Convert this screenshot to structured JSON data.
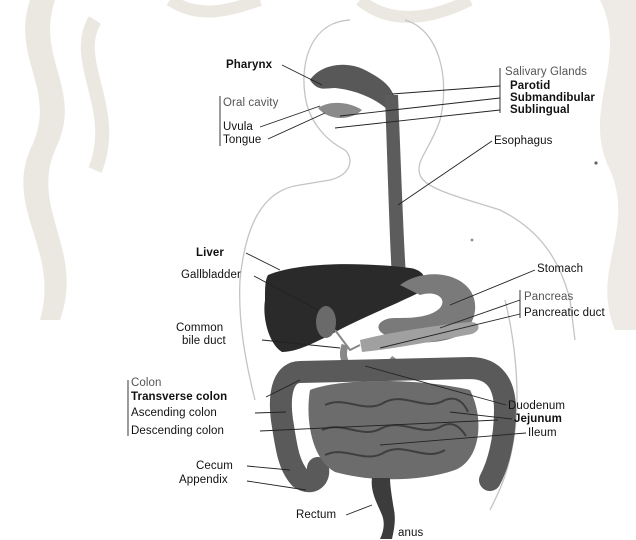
{
  "labels": {
    "pharynx": "Pharynx",
    "salivary_glands": "Salivary Glands",
    "parotid": "Parotid",
    "submandibular": "Submandibular",
    "sublingual": "Sublingual",
    "oral_cavity": "Oral cavity",
    "uvula": "Uvula",
    "tongue": "Tongue",
    "esophagus": "Esophagus",
    "liver": "Liver",
    "gallbladder": "Gallbladder",
    "stomach": "Stomach",
    "pancreas": "Pancreas",
    "pancreatic_duct": "Pancreatic duct",
    "common": "Common",
    "bile_duct": "bile duct",
    "colon": "Colon",
    "transverse_colon": "Transverse colon",
    "ascending_colon": "Ascending colon",
    "descending_colon": "Descending colon",
    "duodenum": "Duodenum",
    "jejunum": "Jejunum",
    "ileum": "Ileum",
    "cecum": "Cecum",
    "appendix": "Appendix",
    "rectum": "Rectum",
    "anus": "anus"
  },
  "colors": {
    "organ_dark": "#2b2b2b",
    "organ_mid": "#5d5d5d",
    "organ_light": "#9a9a9a",
    "outline": "#bfbfbf",
    "watermark": "#dcd8d0"
  }
}
